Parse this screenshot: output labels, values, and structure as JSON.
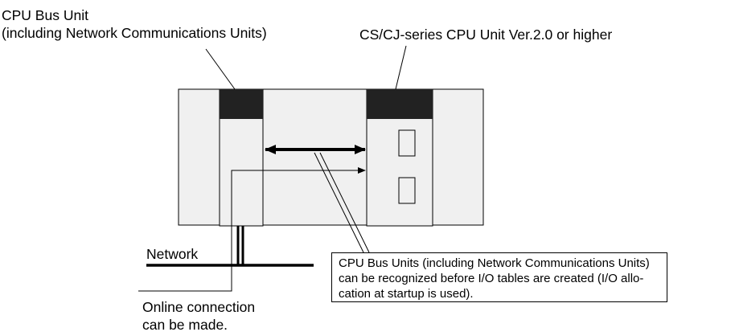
{
  "labels": {
    "cpu_bus_unit": {
      "line1": "CPU Bus Unit",
      "line2": "(including Network Communications Units)"
    },
    "cpu_unit": "CS/CJ-series CPU Unit Ver.2.0 or higher",
    "network": "Network",
    "online_connection": {
      "line1": "Online connection",
      "line2": "can be made."
    }
  },
  "callout": {
    "line1": "CPU Bus Units (including Network Communications Units)",
    "line2": "can be recognized before I/O tables are created (I/O allo-",
    "line3": "cation at startup is used)."
  },
  "colors": {
    "rack_fill": "#f0f0f0",
    "unit_header": "#222222",
    "line": "#000000"
  }
}
